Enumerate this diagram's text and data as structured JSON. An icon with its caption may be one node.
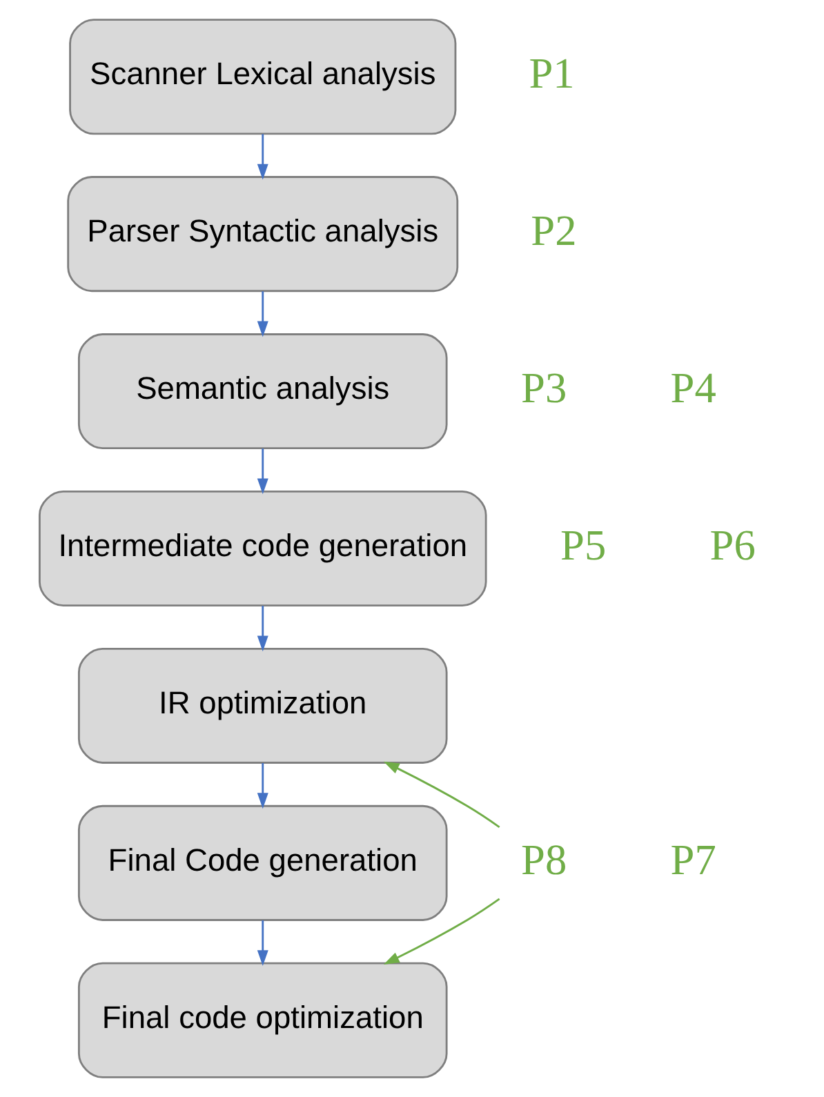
{
  "diagram": {
    "nodes": [
      {
        "text": [
          "Scanner Lexical analysis"
        ]
      },
      {
        "text": [
          "Parser Syntactic analysis"
        ]
      },
      {
        "text": [
          "Semantic analysis"
        ]
      },
      {
        "text": [
          "Intermediate code generation"
        ]
      },
      {
        "text": [
          "IR optimization"
        ]
      },
      {
        "text": [
          "Final Code generation"
        ]
      },
      {
        "text": [
          "Final code optimization"
        ]
      },
      {
        "text": [
          "P8"
        ]
      }
    ],
    "edges": [
      {
        "from": 0,
        "to": 1,
        "arrow": "to"
      },
      {
        "from": 1,
        "to": 2,
        "arrow": "to"
      },
      {
        "from": 2,
        "to": 3,
        "arrow": "to"
      },
      {
        "from": 3,
        "to": 4,
        "arrow": "to"
      },
      {
        "from": 4,
        "to": 5,
        "arrow": "to"
      },
      {
        "from": 5,
        "to": 6,
        "arrow": "to"
      },
      {
        "from": 7,
        "to": 4,
        "arrow": "to",
        "color": "#70ad47"
      },
      {
        "from": 7,
        "to": 6,
        "arrow": "to",
        "color": "#70ad47"
      }
    ],
    "labels": [
      "P1",
      "P2",
      "P3",
      "P4",
      "P5",
      "P6",
      "P7"
    ]
  }
}
